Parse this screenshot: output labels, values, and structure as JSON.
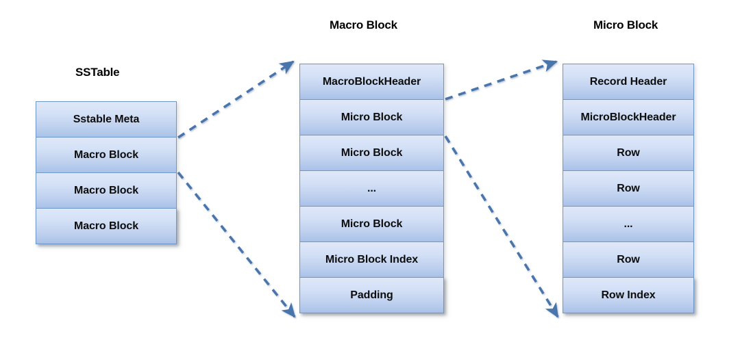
{
  "diagram": {
    "title_font_color": "#000000",
    "block_fill_top": "#dfe8f9",
    "block_fill_bottom": "#a9c2e8",
    "block_border_color": "#6e96c8",
    "connector_color": "#4a74ad",
    "background": "#ffffff"
  },
  "columns": [
    {
      "id": "sstable",
      "title": "SSTable",
      "blocks": [
        {
          "label": "Sstable Meta"
        },
        {
          "label": "Macro Block"
        },
        {
          "label": "Macro Block"
        },
        {
          "label": "Macro Block"
        }
      ]
    },
    {
      "id": "macro-block",
      "title": "Macro Block",
      "blocks": [
        {
          "label": "MacroBlockHeader"
        },
        {
          "label": "Micro Block"
        },
        {
          "label": "Micro Block"
        },
        {
          "label": "..."
        },
        {
          "label": "Micro Block"
        },
        {
          "label": "Micro Block Index"
        },
        {
          "label": "Padding"
        }
      ]
    },
    {
      "id": "micro-block",
      "title": "Micro Block",
      "blocks": [
        {
          "label": "Record Header"
        },
        {
          "label": "MicroBlockHeader"
        },
        {
          "label": "Row"
        },
        {
          "label": "Row"
        },
        {
          "label": "..."
        },
        {
          "label": "Row"
        },
        {
          "label": "Row Index"
        }
      ]
    }
  ],
  "connectors": [
    {
      "id": "sstable-to-macro-top",
      "from": "sstable.macro-block-row-1",
      "to": "macro-block.top-left",
      "style": "dashed-arrow"
    },
    {
      "id": "sstable-to-macro-bottom",
      "from": "sstable.macro-block-row-2",
      "to": "macro-block.bottom-left",
      "style": "dashed-arrow"
    },
    {
      "id": "macro-to-micro-top",
      "from": "macro-block.micro-block-row-1",
      "to": "micro-block.top-left",
      "style": "dashed-arrow"
    },
    {
      "id": "macro-to-micro-bottom",
      "from": "macro-block.micro-block-row-2",
      "to": "micro-block.bottom-left",
      "style": "dashed-arrow"
    }
  ]
}
